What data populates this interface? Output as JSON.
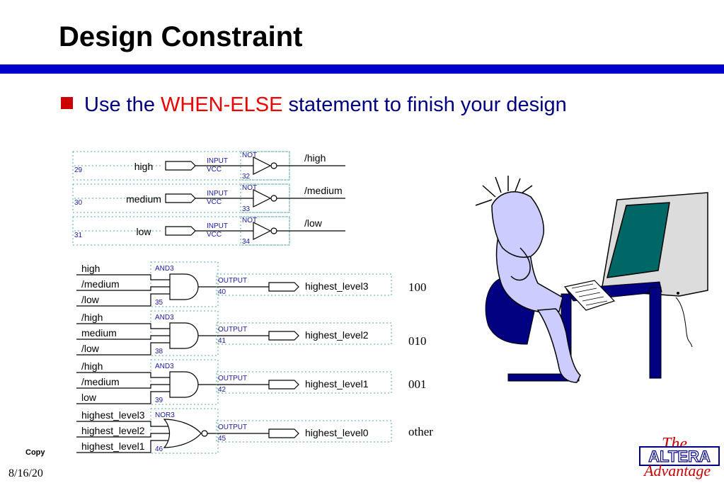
{
  "slide": {
    "title": "Design Constraint",
    "bullet_prefix": "Use the ",
    "bullet_keyword": "WHEN-ELSE",
    "bullet_suffix": " statement to finish your design",
    "footer_copy": "Copy",
    "footer_date": "8/16/20"
  },
  "codes": [
    "100",
    "010",
    "001",
    "other"
  ],
  "inverters": [
    {
      "pin": "29",
      "in_name": "high",
      "in_type": "INPUT",
      "in_sub": "VCC",
      "gate": "NOT",
      "gate_num": "32",
      "out_name": "/high"
    },
    {
      "pin": "30",
      "in_name": "medium",
      "in_type": "INPUT",
      "in_sub": "VCC",
      "gate": "NOT",
      "gate_num": "33",
      "out_name": "/medium"
    },
    {
      "pin": "31",
      "in_name": "low",
      "in_type": "INPUT",
      "in_sub": "VCC",
      "gate": "NOT",
      "gate_num": "34",
      "out_name": "/low"
    }
  ],
  "gates": [
    {
      "type": "AND3",
      "num": "35",
      "inputs": [
        "high",
        "/medium",
        "/low"
      ],
      "out_type": "OUTPUT",
      "out_num": "40",
      "out_name": "highest_level3"
    },
    {
      "type": "AND3",
      "num": "38",
      "inputs": [
        "/high",
        "medium",
        "/low"
      ],
      "out_type": "OUTPUT",
      "out_num": "41",
      "out_name": "highest_level2"
    },
    {
      "type": "AND3",
      "num": "39",
      "inputs": [
        "/high",
        "/medium",
        "low"
      ],
      "out_type": "OUTPUT",
      "out_num": "42",
      "out_name": "highest_level1"
    },
    {
      "type": "NOR3",
      "num": "46",
      "inputs": [
        "highest_level3",
        "highest_level2",
        "highest_level1"
      ],
      "out_type": "OUTPUT",
      "out_num": "45",
      "out_name": "highest_level0"
    }
  ],
  "logo": {
    "line1": "The",
    "line2": "ALTERA",
    "line3": "Advantage"
  },
  "colors": {
    "title_bar": "#0000cc",
    "bullet": "#cc0000",
    "text": "#000080",
    "keyword": "#ee0000",
    "monitor_screen": "#006666",
    "desk": "#000080"
  }
}
